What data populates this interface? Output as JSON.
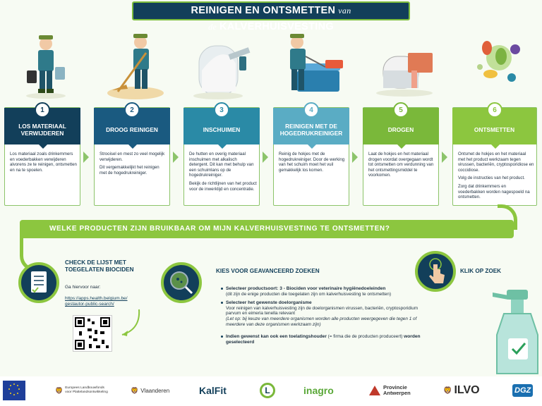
{
  "title": {
    "part1": "REINIGEN EN ONTSMETTEN",
    "van": "van de",
    "part2": "KALVERHUISVESTING"
  },
  "steps": [
    {
      "num": "1",
      "title": "LOS MATERIAAL VERWIJDEREN",
      "color": "#123f5a",
      "body": [
        "Los materiaal zoals drinkemmers en voederbakken verwijderen alvorens ze te reinigen, ontsmetten en na te spoelen."
      ]
    },
    {
      "num": "2",
      "title": "DROOG REINIGEN",
      "color": "#1a5a80",
      "body": [
        "Strooisel en mest zo veel mogelijk verwijderen.",
        "Dit vergemakkelijkt het reinigen met de hogedrukreiniger."
      ]
    },
    {
      "num": "3",
      "title": "INSCHUIMEN",
      "color": "#2a8aa6",
      "body": [
        "De hutten en overig materiaal inschuimen met alkalisch detergent. Dit kan met behulp van een schuimlans op de hogedrukreiniger.",
        "Bekijk de richtlijnen van het product voor de inwerktijd en concentratie."
      ]
    },
    {
      "num": "4",
      "title": "REINIGEN MET DE HOGEDRUKREINIGER",
      "color": "#5aacc4",
      "body": [
        "Reinig de hokjes met de hogedrukreiniger. Door de werking van het schuim moet het vuil gemakkelijk los komen."
      ]
    },
    {
      "num": "5",
      "title": "DROGEN",
      "color": "#7ab83a",
      "body": [
        "Laat de hokjes en het materiaal drogen voordat overgegaan wordt tot ontsmetten om verdunning van het ontsmettingsmiddel te voorkomen."
      ]
    },
    {
      "num": "6",
      "title": "ONTSMETTEN",
      "color": "#8cc63f",
      "body": [
        "Ontsmet de hokjes en het materiaal met het product werkzaam tegen virussen, bacteriën, cryptosporidiose en coccidiose.",
        "Volg de instructies van het product.",
        "Zorg dat drinkemmers en voederbakken worden nagespoeld na ontsmetten."
      ]
    }
  ],
  "band": {
    "text": "WELKE PRODUCTEN ZIJN BRUIKBAAR OM MIJN KALVERHUISVESTING TE ONTSMETTEN?"
  },
  "check": {
    "title_line1": "CHECK DE LIJST MET",
    "title_line2": "TOEGELATEN BIOCIDEN",
    "go": "Ga hiervoor naar:",
    "url_line1": "https://apps.health.belgium.be/",
    "url_line2": "gestautor-public-search/"
  },
  "advanced": {
    "title": "KIES VOOR GEAVANCEERD ZOEKEN",
    "b1_bold": "Selecteer productsoort: 3 - Biociden voor veterinaire hygiënedoeleinden",
    "b1_sub": "(dit zijn de enige producten die toegelaten zijn om kalverhuisvesting te ontsmetten)",
    "b2_bold": "Selecteer het gewenste doelorganisme",
    "b2_text": "Voor reinigen van kalverhuisvesting zijn de doelorganismen virussen, bacteriën, cryptosporidium parvum en eimeria tenella relevant",
    "b2_note": "(Let op: bij keuze van meerdere organismen worden alle producten weergegeven die tegen 1 of meerdere van deze organismen werkzaam zijn)",
    "b3_bold1": "Indien gewenst kan ook een toelatingshouder",
    "b3_text": "(= firma die de producten produceert)",
    "b3_bold2": "worden geselecteerd"
  },
  "click": {
    "title": "KLIK OP ZOEK"
  },
  "footer": {
    "logos": [
      "Europees Landbouwfonds voor Plattelandsontwikkeling",
      "Vlaanderen",
      "KalFit",
      "L",
      "inagro",
      "Provincie Antwerpen",
      "ILVO",
      "DGZ"
    ]
  }
}
